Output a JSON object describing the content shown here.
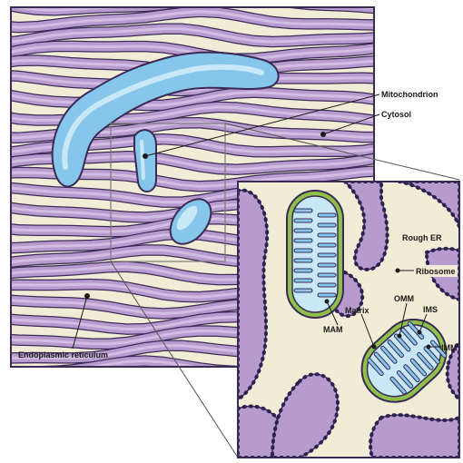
{
  "labels": {
    "mitochondrion": "Mitochondrion",
    "cytosol": "Cytosol",
    "endoplasmic_reticulum": "Endoplasmic reticulum",
    "rough_er": "Rough ER",
    "ribosome": "Ribosome",
    "mam": "MAM",
    "matrix": "Matrix",
    "omm": "OMM",
    "ims": "IMS",
    "imm": "IMM"
  },
  "colors": {
    "er_fill": "#b79bcf",
    "er_light": "#d9c6e6",
    "er_stroke": "#3a2a55",
    "cytosol": "#f1ecd6",
    "mito_blue": "#86c6ea",
    "mito_light": "#c9e8f7",
    "mito_green": "#8fbf4a",
    "ribosome": "#2d2150"
  }
}
